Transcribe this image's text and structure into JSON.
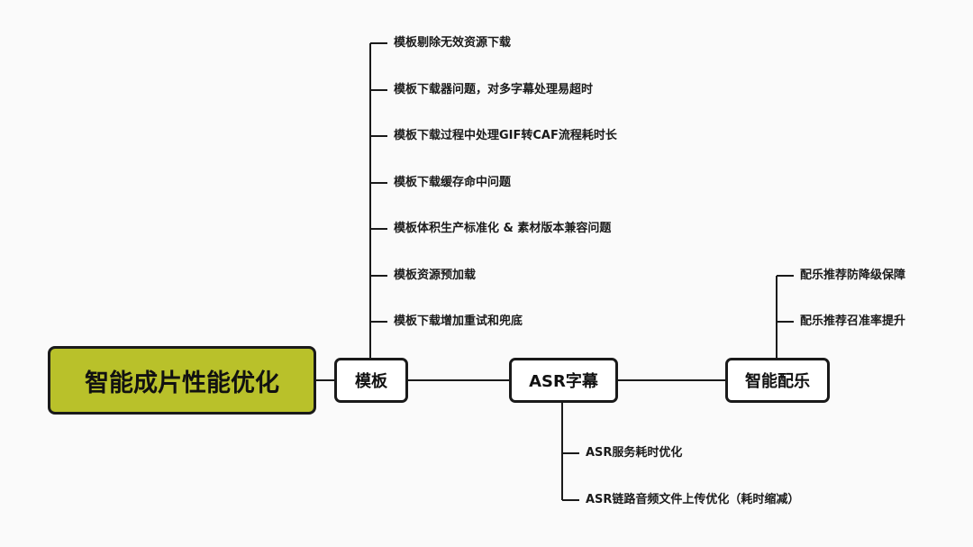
{
  "root": {
    "label": "智能成片性能优化",
    "color": "#b9c12a"
  },
  "branches": [
    {
      "label": "模板",
      "children": [
        "模板剔除无效资源下载",
        "模板下载器问题，对多字幕处理易超时",
        "模板下载过程中处理GIF转CAF流程耗时长",
        "模板下载缓存命中问题",
        "模板体积生产标准化 & 素材版本兼容问题",
        "模板资源预加载",
        "模板下载增加重试和兜底"
      ]
    },
    {
      "label": "ASR字幕",
      "children": [
        "ASR服务耗时优化",
        "ASR链路音频文件上传优化（耗时缩减）"
      ]
    },
    {
      "label": "智能配乐",
      "children": [
        "配乐推荐防降级保障",
        "配乐推荐召准率提升"
      ]
    }
  ]
}
